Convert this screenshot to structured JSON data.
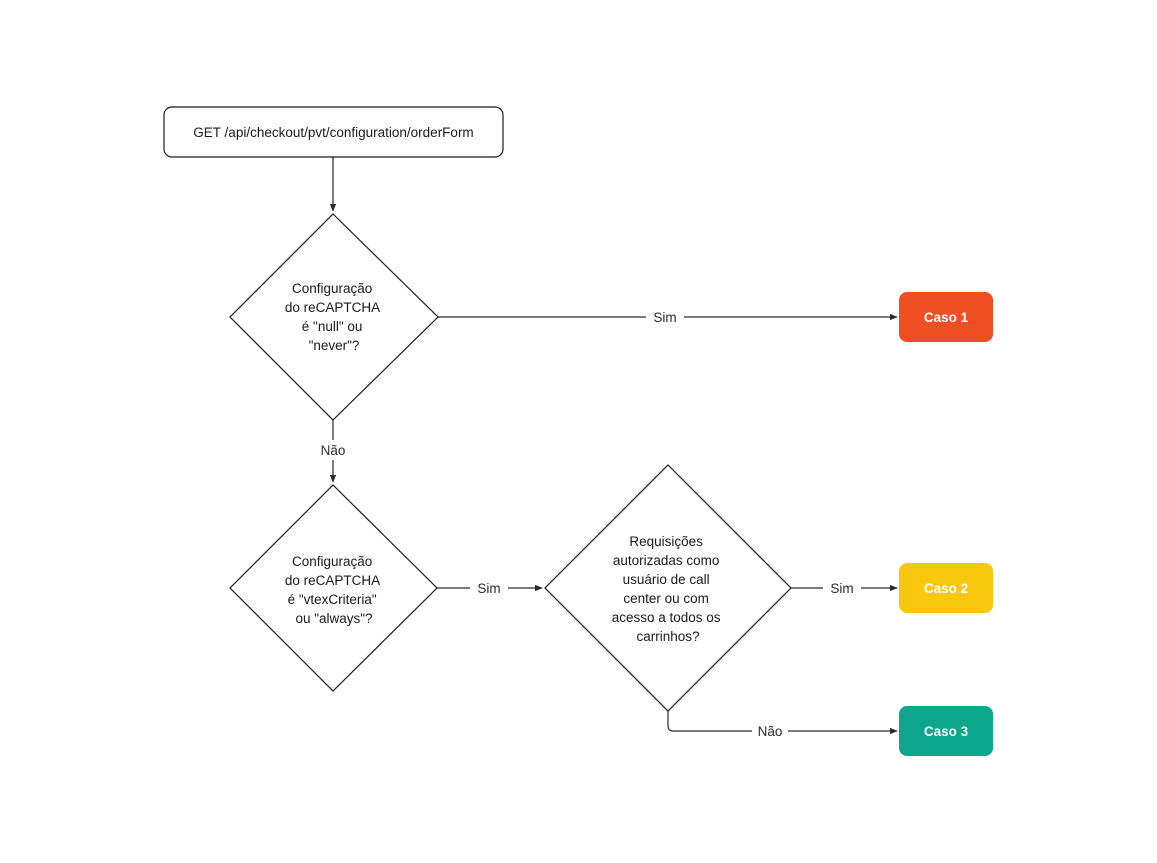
{
  "nodes": {
    "start": {
      "text": "GET /api/checkout/pvt/configuration/orderForm"
    },
    "decision1": {
      "lines": [
        "Configuração",
        "do reCAPTCHA",
        "é \"null\" ou",
        "\"never\"?"
      ]
    },
    "decision2": {
      "lines": [
        "Configuração",
        "do reCAPTCHA",
        "é \"vtexCriteria\"",
        "ou \"always\"?"
      ]
    },
    "decision3": {
      "lines": [
        "Requisições",
        "autorizadas como",
        "usuário de call",
        "center ou com",
        "acesso a todos os",
        "carrinhos?"
      ]
    },
    "case1": {
      "text": "Caso 1",
      "color": "#F04E23"
    },
    "case2": {
      "text": "Caso 2",
      "color": "#F9C80E"
    },
    "case3": {
      "text": "Caso 3",
      "color": "#0BA68C"
    }
  },
  "edges": {
    "d1_yes": "Sim",
    "d1_no": "Não",
    "d2_yes": "Sim",
    "d3_yes": "Sim",
    "d3_no": "Não"
  }
}
